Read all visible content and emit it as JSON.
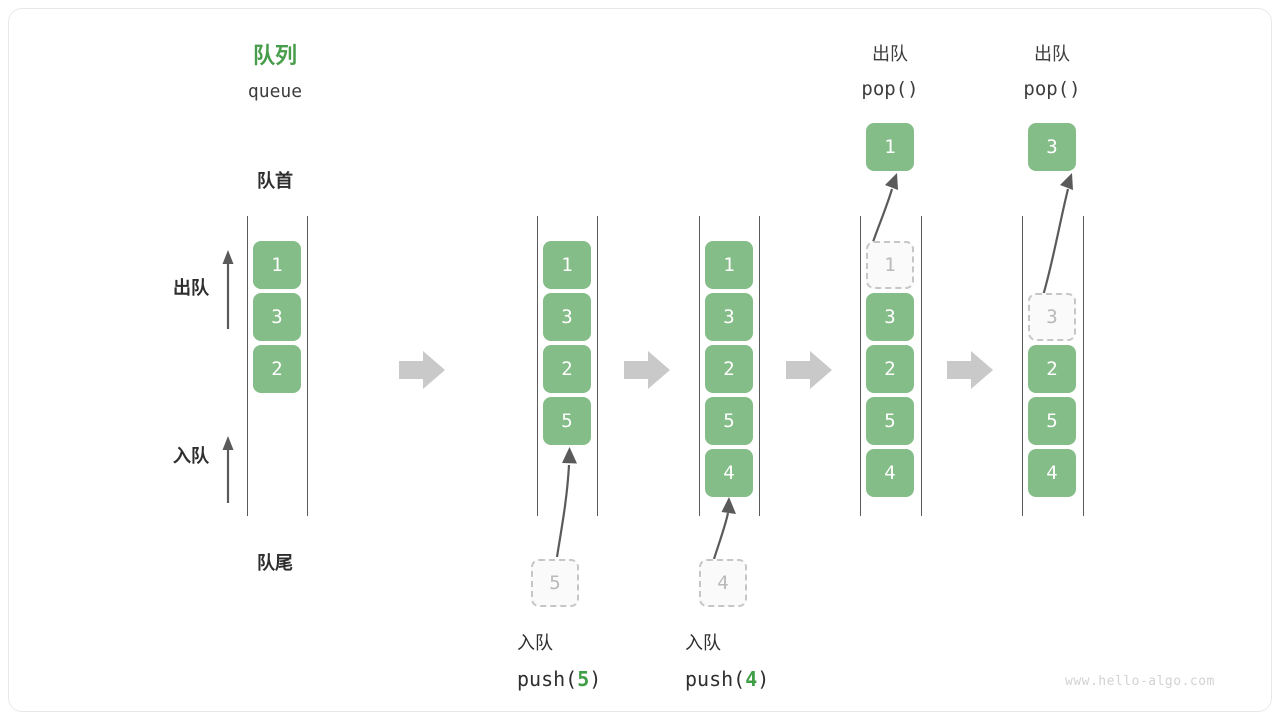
{
  "diagram": {
    "title_cn": "队列",
    "title_en": "queue",
    "front_label": "队首",
    "rear_label": "队尾",
    "dequeue_side_label": "出队",
    "enqueue_side_label": "入队",
    "watermark": "www.hello-algo.com",
    "accent_green": "#85bd89",
    "title_green": "#479d4b",
    "ghost_gray": "#b9b9b9",
    "arrow_gray": "#5a5a5a",
    "step_arrow_gray": "#c9c9c9"
  },
  "stages": [
    {
      "id": "initial",
      "header_cn": "",
      "header_code": "",
      "cells": [
        "1",
        "3",
        "2"
      ],
      "ghost_index": -1,
      "footer_cn": "",
      "footer_code_prefix": "",
      "footer_code_num": "",
      "footer_code_suffix": "",
      "input_chip": "",
      "output_chip": ""
    },
    {
      "id": "push-5",
      "header_cn": "",
      "header_code": "",
      "cells": [
        "1",
        "3",
        "2",
        "5"
      ],
      "ghost_index": -1,
      "footer_cn": "入队",
      "footer_code_prefix": "push(",
      "footer_code_num": "5",
      "footer_code_suffix": ")",
      "input_chip": "5",
      "output_chip": ""
    },
    {
      "id": "push-4",
      "header_cn": "",
      "header_code": "",
      "cells": [
        "1",
        "3",
        "2",
        "5",
        "4"
      ],
      "ghost_index": -1,
      "footer_cn": "入队",
      "footer_code_prefix": "push(",
      "footer_code_num": "4",
      "footer_code_suffix": ")",
      "input_chip": "4",
      "output_chip": ""
    },
    {
      "id": "pop-1",
      "header_cn": "出队",
      "header_code": "pop()",
      "cells": [
        "1",
        "3",
        "2",
        "5",
        "4"
      ],
      "ghost_index": 0,
      "footer_cn": "",
      "footer_code_prefix": "",
      "footer_code_num": "",
      "footer_code_suffix": "",
      "input_chip": "",
      "output_chip": "1"
    },
    {
      "id": "pop-3",
      "header_cn": "出队",
      "header_code": "pop()",
      "cells": [
        "3",
        "2",
        "5",
        "4"
      ],
      "ghost_index": 0,
      "footer_cn": "",
      "footer_code_prefix": "",
      "footer_code_num": "",
      "footer_code_suffix": "",
      "input_chip": "",
      "output_chip": "3"
    }
  ],
  "step_arrows": [
    {
      "id": "step-arrow-1"
    },
    {
      "id": "step-arrow-2"
    },
    {
      "id": "step-arrow-3"
    },
    {
      "id": "step-arrow-4"
    }
  ]
}
